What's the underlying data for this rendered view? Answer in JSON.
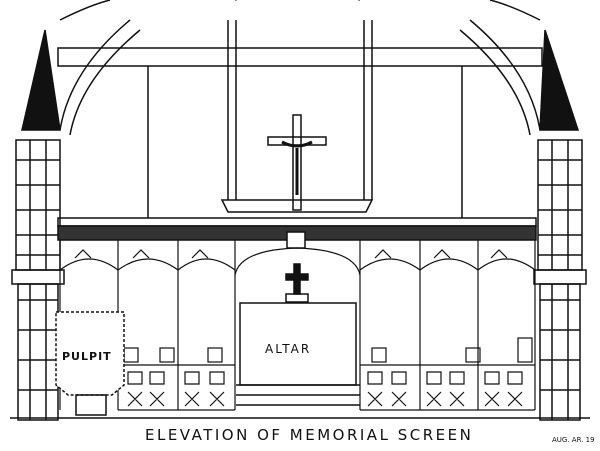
{
  "title": "ELEVATION OF MEMORIAL SCREEN",
  "labels": {
    "altar": "ALTAR",
    "pulpit": "PULPIT"
  },
  "signature": "AUG. AR. 19",
  "colors": {
    "ink": "#111111",
    "paper": "#ffffff"
  }
}
